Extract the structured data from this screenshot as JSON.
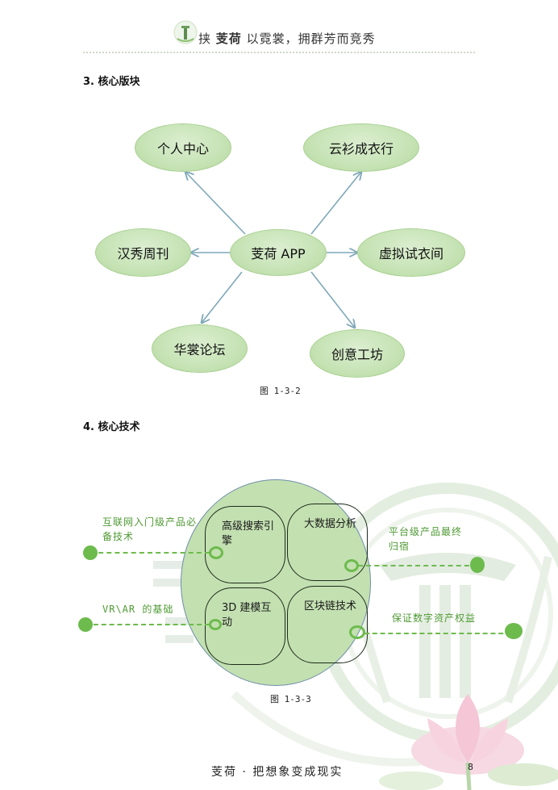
{
  "header": {
    "prefix": "挟",
    "brand": "芰荷",
    "motto": "以霓裳，拥群芳而竞秀"
  },
  "section3": {
    "heading": "3. 核心版块",
    "center": "芰荷 APP",
    "nodes": {
      "top_left": "个人中心",
      "top_right": "云衫成衣行",
      "mid_left": "汉秀周刊",
      "mid_right": "虚拟试衣间",
      "bottom_left": "华裳论坛",
      "bottom_right": "创意工坊"
    },
    "caption": "图 1-3-2"
  },
  "section4": {
    "heading": "4. 核心技术",
    "quadrants": {
      "tl": "高级搜索引擎",
      "tr": "大数据分析",
      "bl": "3D 建模互动",
      "br": "区块链技术"
    },
    "labels": {
      "left_top": "互联网入门级产品必备技术",
      "left_bottom": "VR\\AR 的基础",
      "right_top": "平台级产品最终归宿",
      "right_bottom": "保证数字资产权益"
    },
    "caption": "图 1-3-3"
  },
  "footer": {
    "text": "芰荷 · 把想象变成现实",
    "page": "8"
  },
  "colors": {
    "oval_fill": "#c6e3b5",
    "accent_green": "#6dbb4d",
    "arrow": "#7fa8b8",
    "circle_fill": "#c3e0b1"
  }
}
